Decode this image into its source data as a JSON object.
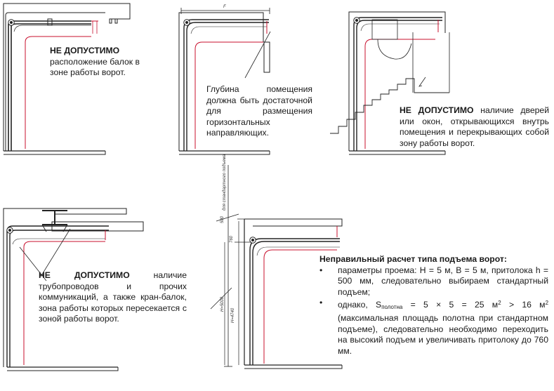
{
  "colors": {
    "line": "#222222",
    "red": "#c8102e",
    "gray": "#888888",
    "bg": "#ffffff"
  },
  "notes": {
    "beam": {
      "prefix": "НЕ ДОПУСТИМО",
      "text": "расположение балок в зоне работы ворот."
    },
    "depth": {
      "text": "Глубина помещения должна быть достаточной для размещения горизонтальных направляющих."
    },
    "doors": {
      "prefix": "НЕ ДОПУСТИМО",
      "text": "наличие дверей или окон, открывающихся внутрь помещения и перекрывающих собой зону работы ворот."
    },
    "pipes": {
      "prefix": "НЕ ДОПУСТИМО",
      "text": "наличие трубопроводов и прочих коммуникаций, а также кран-балок, зона работы которых пересекается с зоной работы ворот."
    }
  },
  "calc": {
    "title": "Неправильный расчет типа подъема ворот:",
    "item1": "параметры проема: H = 5 м, B = 5 м, притолока h = 500 мм, следовательно выбираем стандартный подъем;",
    "item2_pre": "однако, S",
    "item2_sub": "полотна",
    "item2_mid": " = 5 × 5 = 25 м",
    "item2_sup1": "2",
    "item2_mid2": " > 16 м",
    "item2_sup2": "2",
    "item2_post": " (максимальная площадь полотна при стандартном подъеме), следовательно необходимо переходить на высокий подъем и увеличивать притолоку до 760 мм."
  },
  "dims": {
    "depth_label": "F",
    "lift_label": "для стандартного подъема",
    "h500": "500",
    "h760": "760",
    "H5000": "H=5000",
    "H4740": "H=4740"
  }
}
